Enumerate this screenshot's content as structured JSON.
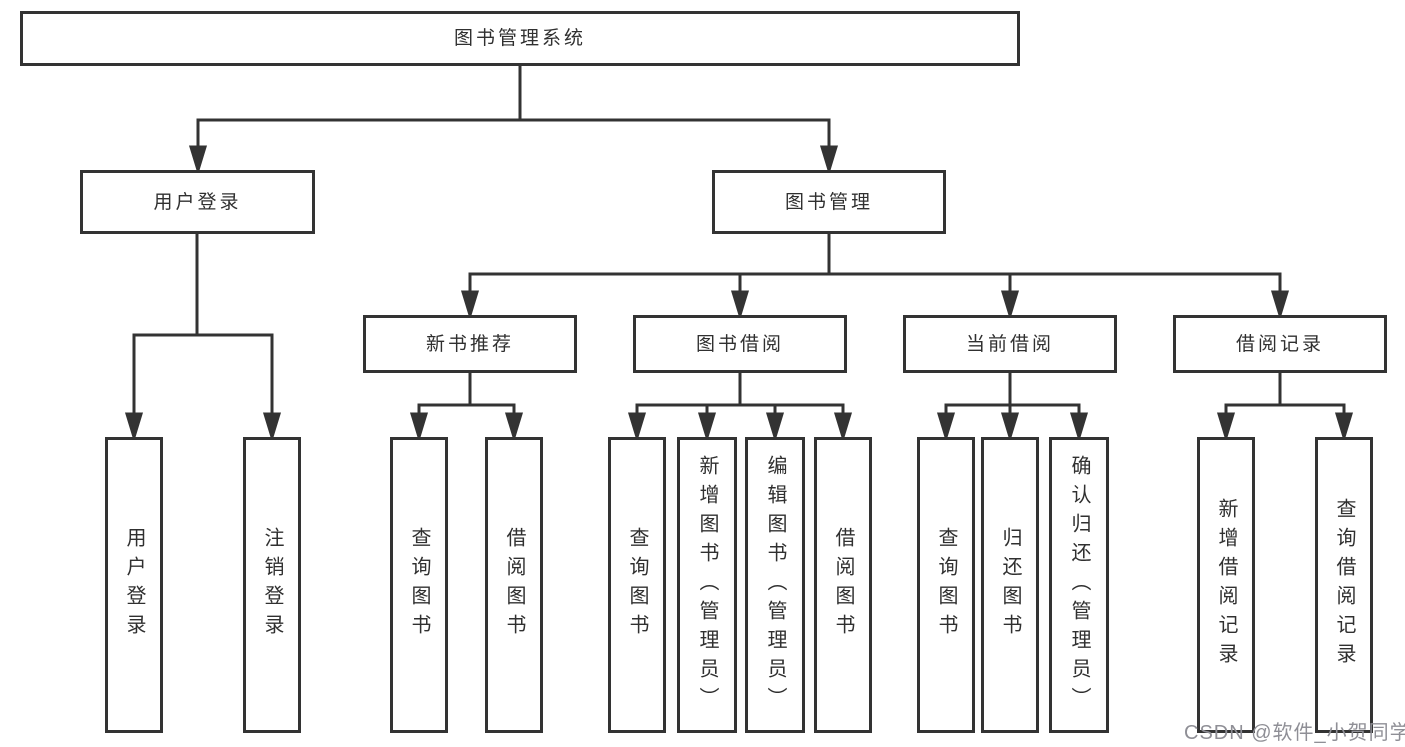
{
  "tree": {
    "label": "图书管理系统",
    "children": [
      {
        "label": "用户登录",
        "children": [
          {
            "label": "用户登录"
          },
          {
            "label": "注销登录"
          }
        ]
      },
      {
        "label": "图书管理",
        "children": [
          {
            "label": "新书推荐",
            "children": [
              {
                "label": "查询图书"
              },
              {
                "label": "借阅图书"
              }
            ]
          },
          {
            "label": "图书借阅",
            "children": [
              {
                "label": "查询图书"
              },
              {
                "label": "新增图书（管理员）"
              },
              {
                "label": "编辑图书（管理员）"
              },
              {
                "label": "借阅图书"
              }
            ]
          },
          {
            "label": "当前借阅",
            "children": [
              {
                "label": "查询图书"
              },
              {
                "label": "归还图书"
              },
              {
                "label": "确认归还（管理员）"
              }
            ]
          },
          {
            "label": "借阅记录",
            "children": [
              {
                "label": "新增借阅记录"
              },
              {
                "label": "查询借阅记录"
              }
            ]
          }
        ]
      }
    ]
  },
  "watermark": {
    "text": "CSDN @软件_小贺同学"
  },
  "colors": {
    "line": "#333333",
    "box_border": "#333333",
    "text": "#303030",
    "watermark": "#8f8f96",
    "background": "#ffffff"
  }
}
